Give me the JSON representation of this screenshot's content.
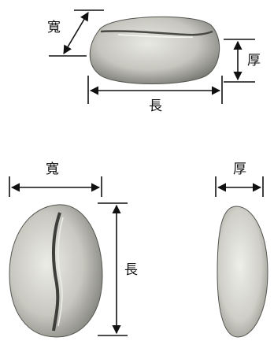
{
  "labels": {
    "width": "寬",
    "length": "長",
    "thickness": "厚"
  },
  "colors": {
    "bean_light": "#e6e6e0",
    "bean_mid": "#b9b9b2",
    "bean_dark": "#6f6f69",
    "line": "#111111"
  },
  "views": [
    "top-view",
    "front-view",
    "side-view"
  ]
}
